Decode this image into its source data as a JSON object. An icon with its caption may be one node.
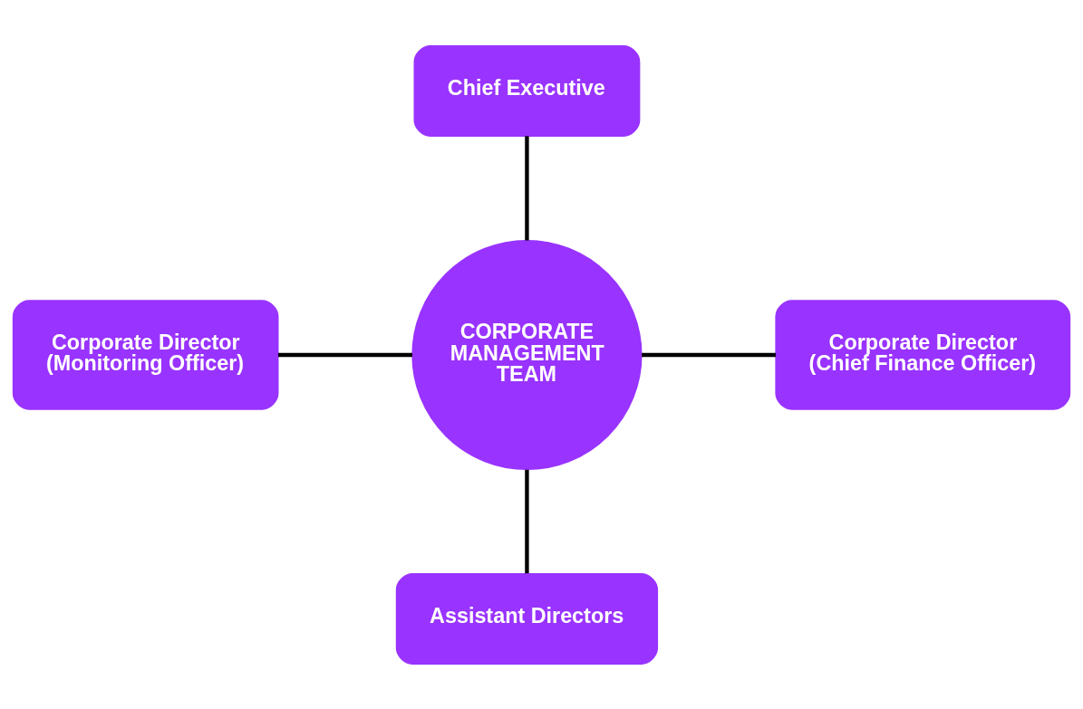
{
  "diagram": {
    "nodes": [
      {
        "text": [
          "Chief Executive"
        ]
      },
      {
        "text": [
          "Corporate Director (Monitoring Officer)"
        ]
      },
      {
        "text": [
          "CORPORATE MANAGEMENT TEAM"
        ]
      },
      {
        "text": [
          "Corporate Director (Chief Finance Officer)"
        ]
      },
      {
        "text": [
          "Assistant Directors"
        ]
      }
    ],
    "edges": [
      {
        "from": 0,
        "to": 2,
        "arrow": "none"
      },
      {
        "from": 1,
        "to": 2,
        "arrow": "none"
      },
      {
        "from": 2,
        "to": 3,
        "arrow": "none"
      },
      {
        "from": 2,
        "to": 4,
        "arrow": "none"
      }
    ]
  }
}
